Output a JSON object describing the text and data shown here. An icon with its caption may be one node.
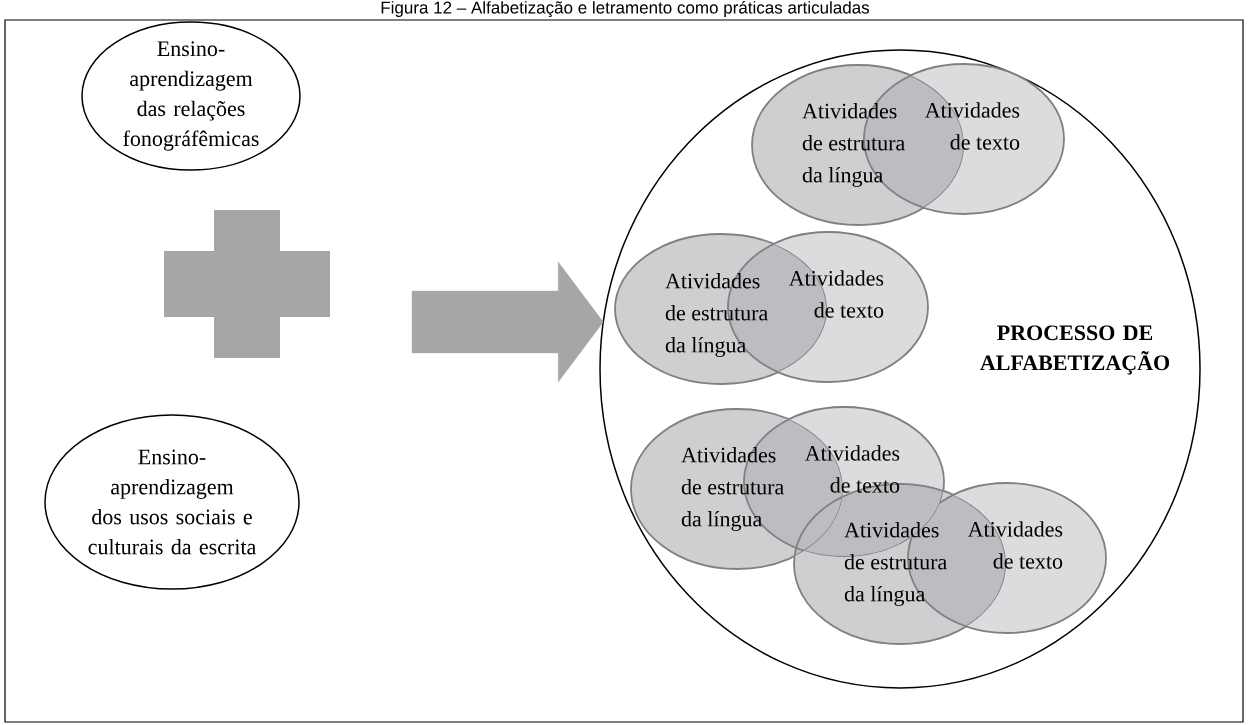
{
  "diagram": {
    "title": "Figura 12 – Alfabetização e letramento como práticas articuladas",
    "nodes": [
      {
        "text": [
          "Ensino-aprendizagem das relações fonográfêmicas"
        ]
      },
      {
        "text": [],
        "shape": "plus"
      },
      {
        "text": [
          "Ensino-aprendizagem dos usos sociais e culturais da escrita"
        ]
      },
      {
        "text": [
          "PROCESSO DE ALFABETIZAÇÃO"
        ]
      },
      {
        "text": [
          "Atividades de estrutura da língua"
        ],
        "in": 3
      },
      {
        "text": [
          "Atividades de texto"
        ],
        "in": 3
      },
      {
        "text": [
          "Atividades de estrutura da língua"
        ],
        "in": 3
      },
      {
        "text": [
          "Atividades de texto"
        ],
        "in": 3
      },
      {
        "text": [
          "Atividades de estrutura da língua"
        ],
        "in": 3
      },
      {
        "text": [
          "Atividades de texto"
        ],
        "in": 3
      },
      {
        "text": [
          "Atividades de estrutura da língua"
        ],
        "in": 3
      },
      {
        "text": [
          "Atividades de texto"
        ],
        "in": 3
      }
    ],
    "edges": [
      {
        "from": null,
        "to": 3,
        "arrow": "to"
      }
    ]
  }
}
